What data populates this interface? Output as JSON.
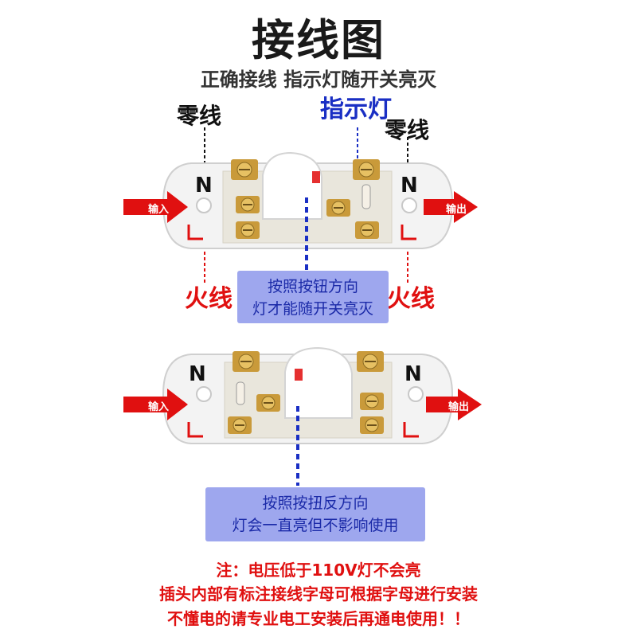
{
  "title": "接线图",
  "subtitle": "正确接线 指示灯随开关亮灭",
  "labels": {
    "neutral_left": "零线",
    "neutral_right": "零线",
    "indicator": "指示灯",
    "live_left": "火线",
    "live_right": "火线",
    "terminal_n": "N",
    "terminal_l": "L",
    "input": "输入",
    "output": "输出"
  },
  "notes": {
    "correct_line1": "按照按钮方向",
    "correct_line2": "灯才能随开关亮灭",
    "reverse_line1": "按照按扭反方向",
    "reverse_line2": "灯会一直亮但不影响使用"
  },
  "footer": {
    "line1": "注：电压低于110V灯不会亮",
    "line2": "插头内部有标注接线字母可根据字母进行安装",
    "line3": "不懂电的请专业电工安装后再通电使用！！"
  },
  "colors": {
    "red": "#e01010",
    "blue": "#1a2fc4",
    "note_bg": "#9ea7ee",
    "brass": "#c99a3a"
  }
}
